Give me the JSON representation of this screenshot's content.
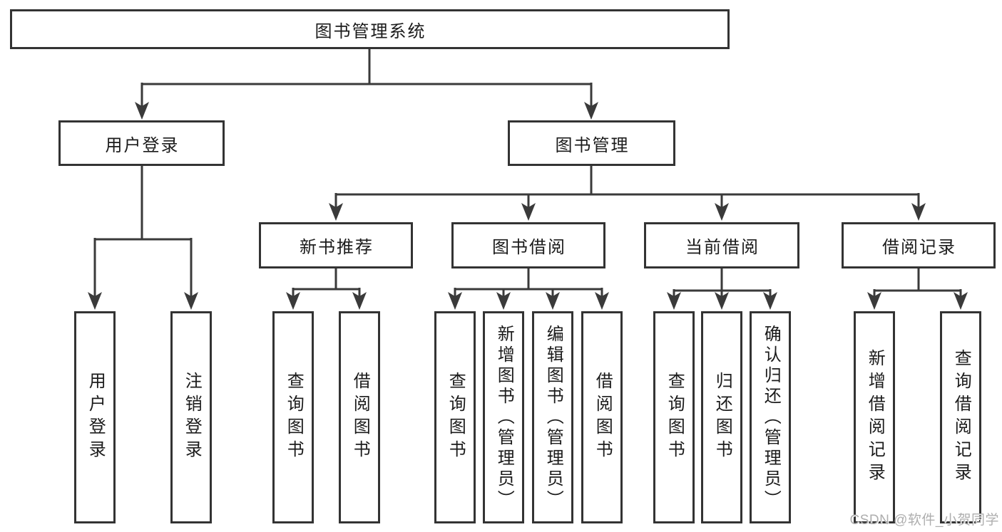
{
  "tree": {
    "label": "图书管理系统",
    "children": [
      {
        "label": "用户登录",
        "children": [
          {
            "label": "用户登录"
          },
          {
            "label": "注销登录"
          }
        ]
      },
      {
        "label": "图书管理",
        "children": [
          {
            "label": "新书推荐",
            "children": [
              {
                "label": "查询图书"
              },
              {
                "label": "借阅图书"
              }
            ]
          },
          {
            "label": "图书借阅",
            "children": [
              {
                "label": "查询图书"
              },
              {
                "label": "新增图书（管理员）"
              },
              {
                "label": "编辑图书（管理员）"
              },
              {
                "label": "借阅图书"
              }
            ]
          },
          {
            "label": "当前借阅",
            "children": [
              {
                "label": "查询图书"
              },
              {
                "label": "归还图书"
              },
              {
                "label": "确认归还（管理员）"
              }
            ]
          },
          {
            "label": "借阅记录",
            "children": [
              {
                "label": "新增借阅记录"
              },
              {
                "label": "查询借阅记录"
              }
            ]
          }
        ]
      }
    ]
  },
  "watermark": {
    "text": "CSDN @软件_小贺同学"
  },
  "colors": {
    "line": "#3a3a3a",
    "box_border": "#333333",
    "text": "#1b1b1b",
    "watermark": "#aeaeae",
    "background": "#ffffff"
  }
}
